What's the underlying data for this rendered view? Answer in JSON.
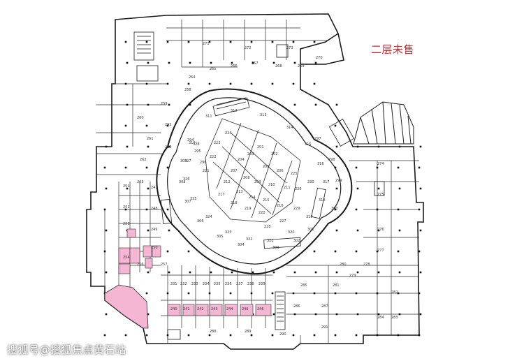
{
  "title": "二层未售",
  "watermark": "搜狐号@搜狐焦点黄石站",
  "colors": {
    "line": "#2b2b2b",
    "wall": "#1a1a1a",
    "unsold_pink": "#f4b6d2",
    "title_red": "#d9262b",
    "background": "#ffffff"
  },
  "units": [
    "201",
    "202",
    "203",
    "204",
    "205",
    "206",
    "207",
    "208",
    "209",
    "210",
    "211",
    "212",
    "213",
    "214",
    "215",
    "216",
    "217",
    "218",
    "219",
    "220",
    "221",
    "222",
    "223",
    "224",
    "225",
    "226",
    "227",
    "228",
    "229",
    "230",
    "231",
    "232",
    "233",
    "234",
    "235",
    "236",
    "237",
    "238",
    "239",
    "240",
    "241",
    "242",
    "243",
    "244",
    "245",
    "246",
    "247",
    "248",
    "249",
    "250",
    "251",
    "252",
    "253",
    "254",
    "255",
    "256",
    "257",
    "258",
    "259",
    "260",
    "261",
    "262",
    "263",
    "264",
    "265",
    "266",
    "267",
    "268",
    "269",
    "270",
    "271",
    "272",
    "273",
    "274",
    "275",
    "276",
    "277",
    "278",
    "279",
    "280",
    "281",
    "282",
    "283",
    "284",
    "285",
    "286",
    "287",
    "288",
    "289",
    "290",
    "291",
    "292",
    "293",
    "294",
    "295",
    "296",
    "297",
    "298",
    "299",
    "300",
    "301",
    "302",
    "303",
    "304",
    "305",
    "306",
    "307",
    "308",
    "309",
    "310",
    "311",
    "312",
    "313",
    "314",
    "315",
    "316",
    "317",
    "318",
    "319",
    "320",
    "321",
    "322",
    "323",
    "324",
    "325",
    "326",
    "327",
    "328"
  ]
}
